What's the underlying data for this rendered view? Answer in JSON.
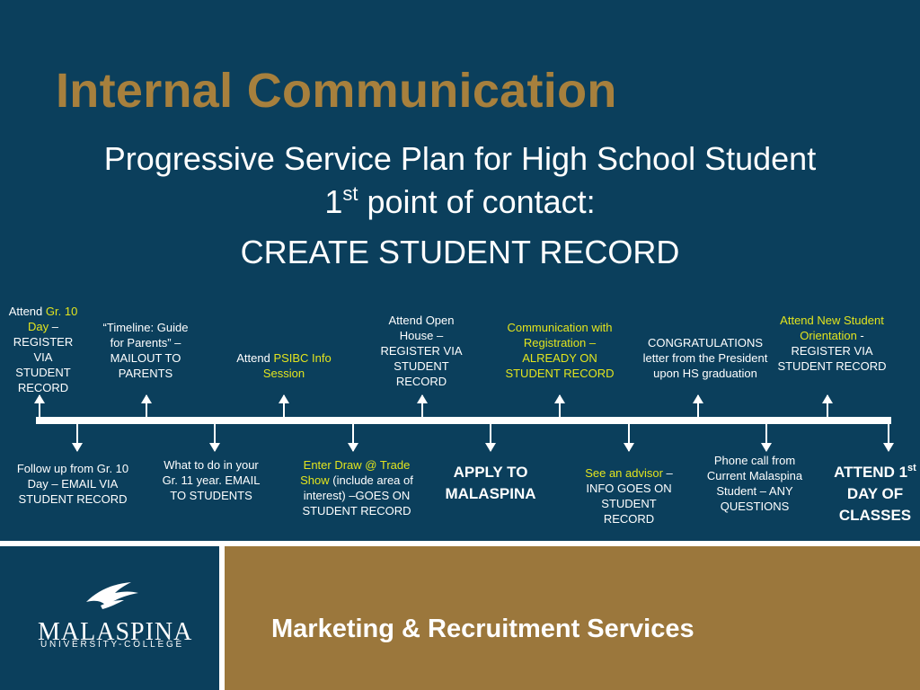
{
  "title": "Internal Communication",
  "subtitle": {
    "line1": "Progressive Service Plan for High School Student",
    "line2_num": "1",
    "line2_sup": "st",
    "line2_rest": "point of contact:",
    "line3": "CREATE STUDENT RECORD"
  },
  "top_steps": [
    {
      "pre": "Attend ",
      "hl": "Gr. 10 Day",
      "post": " – REGISTER VIA STUDENT RECORD"
    },
    {
      "text": "“Timeline: Guide for Parents” – MAILOUT TO PARENTS"
    },
    {
      "pre": "Attend ",
      "hl": "PSIBC Info Session",
      "post": ""
    },
    {
      "text": "Attend Open House – REGISTER VIA STUDENT RECORD"
    },
    {
      "hl": "Communication with Registration – ALREADY ON STUDENT RECORD"
    },
    {
      "text": "CONGRATULATIONS letter from the President upon HS graduation"
    },
    {
      "hl": "Attend New Student Orientation",
      "post": " - REGISTER VIA STUDENT RECORD"
    }
  ],
  "bottom_steps": [
    {
      "text": "Follow up from Gr. 10 Day – EMAIL VIA STUDENT RECORD"
    },
    {
      "text": "What to do in your Gr. 11 year. EMAIL TO STUDENTS"
    },
    {
      "hl": "Enter Draw @  Trade Show",
      "post": " (include area of interest) –GOES ON STUDENT RECORD"
    },
    {
      "text": "APPLY TO MALASPINA"
    },
    {
      "hl": "See an advisor",
      "post": " – INFO GOES ON STUDENT RECORD"
    },
    {
      "text": "Phone call from Current Malaspina Student – ANY QUESTIONS"
    },
    {
      "pre": "ATTEND 1",
      "sup": "st",
      "post": " DAY OF CLASSES"
    }
  ],
  "footer": {
    "department": "Marketing & Recruitment Services",
    "logo_name": "MALASPINA",
    "logo_sub": "UNIVERSITY-COLLEGE"
  },
  "colors": {
    "background": "#0b3f5c",
    "title": "#a7803d",
    "highlight": "#e2e41e",
    "footer_band": "#9b773c"
  }
}
